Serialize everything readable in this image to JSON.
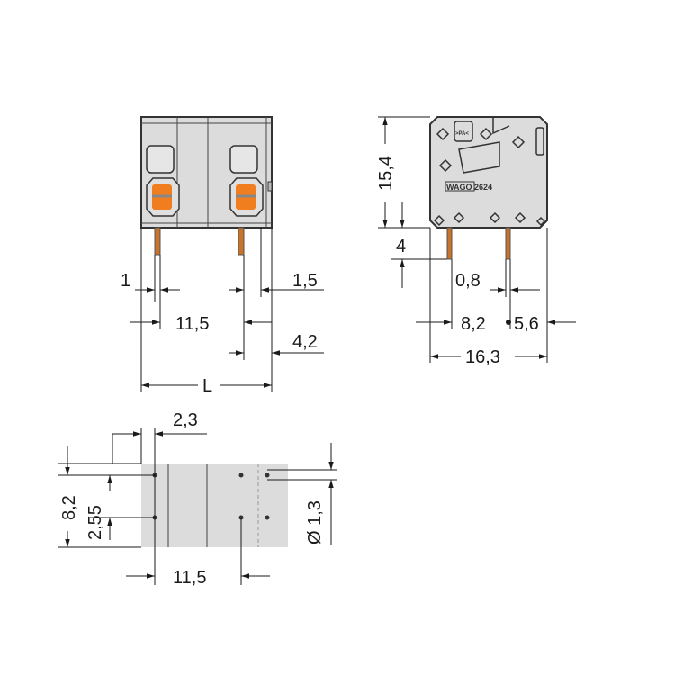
{
  "front_view": {
    "dim_pin_width": "1",
    "dim_right_offset": "1,5",
    "dim_pitch": "11,5",
    "dim_edge": "4,2",
    "dim_length": "L"
  },
  "side_view": {
    "dim_height": "15,4",
    "dim_pin_length": "4",
    "dim_pin_thickness": "0,8",
    "dim_pin_offset": "8,2",
    "dim_pin_gap": "5,6",
    "dim_depth": "16,3",
    "marking_lever": ">PA<",
    "marking_logo": "WAGO 2624"
  },
  "bottom_view": {
    "dim_offset": "2,3",
    "dim_row_distance": "8,2",
    "dim_row_offset": "2,55",
    "dim_hole": "Ø 1,3",
    "dim_pitch": "11,5"
  },
  "colors": {
    "body": "#dcdcdc",
    "button": "#f07d1e",
    "line": "#1a1a1a"
  }
}
